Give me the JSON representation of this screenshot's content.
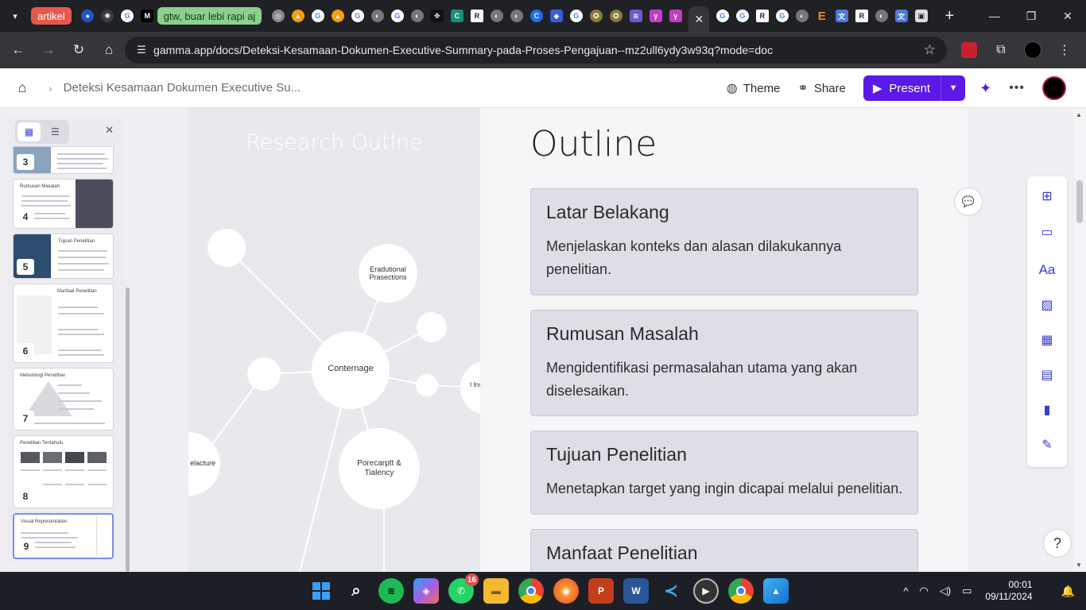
{
  "browser": {
    "tab_groups": [
      {
        "label": "artikel",
        "color": "#e8574b"
      },
      {
        "label": "gtw, buar lebi rapi aj",
        "color": "#8bd08e"
      }
    ],
    "url": "gamma.app/docs/Deteksi-Kesamaan-Dokumen-Executive-Summary-pada-Proses-Pengajuan--mz2ull6ydy3w93q?mode=doc"
  },
  "app": {
    "doc_title": "Deteksi Kesamaan Dokumen Executive Su...",
    "theme_label": "Theme",
    "share_label": "Share",
    "present_label": "Present",
    "accent": "#5a19e6"
  },
  "thumbnails": [
    {
      "num": "3",
      "title": ""
    },
    {
      "num": "4",
      "title": "Rumusan Masalah"
    },
    {
      "num": "5",
      "title": "Tujuan Penelitian"
    },
    {
      "num": "6",
      "title": "Manfaat Penelitian"
    },
    {
      "num": "7",
      "title": "Metodologi Penelitian"
    },
    {
      "num": "8",
      "title": "Penelitian Terdahulu"
    },
    {
      "num": "9",
      "title": "Visual Representation"
    }
  ],
  "slide": {
    "image_title": "Research Outlne",
    "diagram_labels": {
      "center": "Conternage",
      "top_right": "Eradutional Prasections",
      "bottom": "Porecarptt & Tialency",
      "left": "elacture",
      "right": "I Ins"
    },
    "heading": "Outline",
    "cards": [
      {
        "title": "Latar Belakang",
        "desc": "Menjelaskan konteks dan alasan dilakukannya penelitian."
      },
      {
        "title": "Rumusan Masalah",
        "desc": "Mengidentifikasi permasalahan utama yang akan diselesaikan."
      },
      {
        "title": "Tujuan Penelitian",
        "desc": "Menetapkan target yang ingin dicapai melalui penelitian."
      },
      {
        "title": "Manfaat Penelitian",
        "desc": ""
      }
    ]
  },
  "taskbar": {
    "whatsapp_badge": "16",
    "time": "00:01",
    "date": "09/11/2024"
  }
}
